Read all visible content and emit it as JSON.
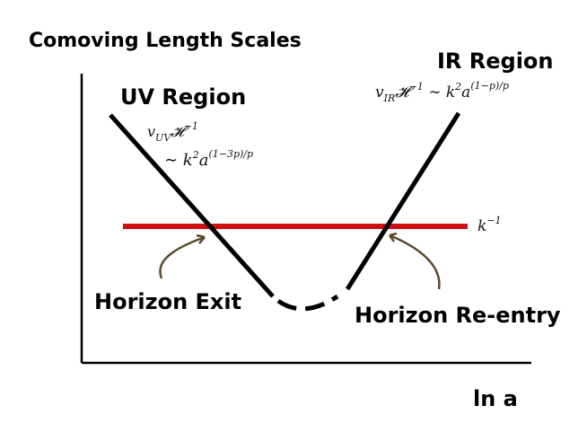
{
  "title": "Comoving Length Scales",
  "x_axis_label": "ln a",
  "regions": {
    "uv": {
      "label": "UV Region",
      "formula_line1": {
        "v": "v",
        "sub": "UV",
        "h": "𝓗",
        "sup": "−1"
      },
      "formula_line2": {
        "prefix": "∼ k",
        "k_sup": "2",
        "a": "a",
        "a_sup": "(1−3p)/p"
      }
    },
    "ir": {
      "label": "IR Region",
      "formula": {
        "v": "v",
        "sub": "IR",
        "h": "𝓗",
        "sup": "−1",
        "mid": " ∼ k",
        "k_sup": "2",
        "a": "a",
        "a_sup": "(1−p)/p"
      }
    }
  },
  "horizon_line": {
    "label_base": "k",
    "label_sup": "−1",
    "color": "#cc1111"
  },
  "annotations": {
    "exit": "Horizon Exit",
    "reentry": "Horizon Re-entry"
  },
  "colors": {
    "curve": "#000000",
    "arrow": "#5a4a2a",
    "axis": "#000000"
  }
}
